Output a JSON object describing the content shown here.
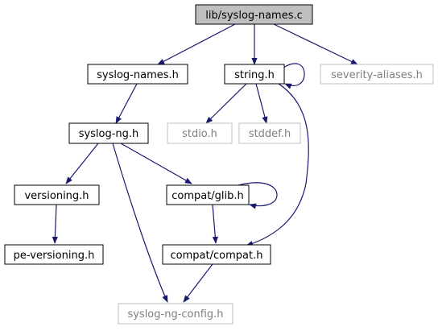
{
  "colors": {
    "edge": "#191970",
    "node_border": "#000000",
    "node_border_missing": "#bfbfbf",
    "root_fill": "#bfbfbf",
    "text": "#000000",
    "text_missing": "#7f7f7f"
  },
  "nodes": {
    "root": {
      "label": "lib/syslog-names.c"
    },
    "syslog_names_h": {
      "label": "syslog-names.h"
    },
    "string_h": {
      "label": "string.h"
    },
    "severity_aliases_h": {
      "label": "severity-aliases.h"
    },
    "syslog_ng_h": {
      "label": "syslog-ng.h"
    },
    "stdio_h": {
      "label": "stdio.h"
    },
    "stddef_h": {
      "label": "stddef.h"
    },
    "versioning_h": {
      "label": "versioning.h"
    },
    "compat_glib_h": {
      "label": "compat/glib.h"
    },
    "pe_versioning_h": {
      "label": "pe-versioning.h"
    },
    "compat_compat_h": {
      "label": "compat/compat.h"
    },
    "syslog_ng_config_h": {
      "label": "syslog-ng-config.h"
    }
  }
}
